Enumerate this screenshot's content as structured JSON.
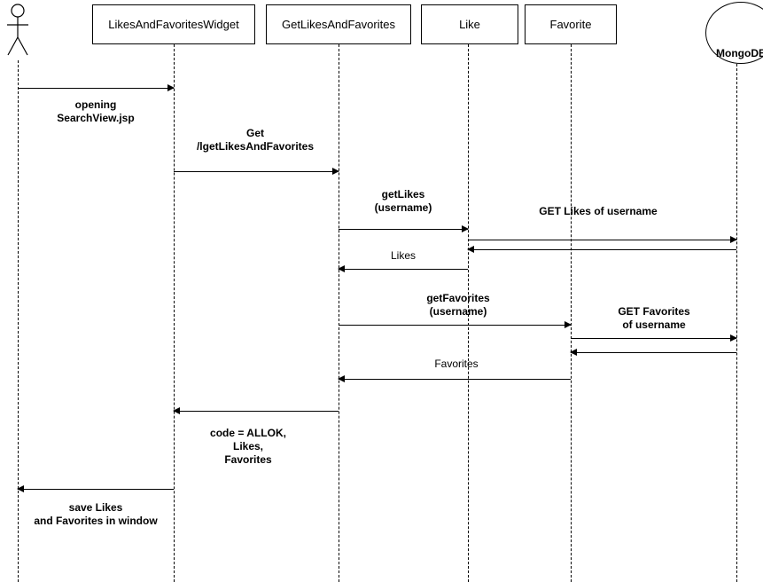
{
  "participants": {
    "actor": {
      "name": ""
    },
    "widget": {
      "name": "LikesAndFavoritesWidget"
    },
    "get_likes_and_favorites": {
      "name": "GetLikesAndFavorites"
    },
    "like": {
      "name": "Like"
    },
    "favorite": {
      "name": "Favorite"
    },
    "mongodb": {
      "name": "MongoDB"
    }
  },
  "messages": {
    "m1": {
      "line1": "opening",
      "line2": "SearchView.jsp"
    },
    "m2": {
      "line1": "Get",
      "line2": "/lgetLikesAndFavorites"
    },
    "m3": {
      "line1": "getLikes",
      "line2": "(username)"
    },
    "m4": {
      "text": "GET Likes of username"
    },
    "m5": {
      "text": "Likes"
    },
    "m6": {
      "line1": "getFavorites",
      "line2": "(username)"
    },
    "m7": {
      "line1": "GET Favorites",
      "line2": "of username"
    },
    "m8": {
      "text": "Favorites"
    },
    "m9": {
      "line1": "code = ALLOK,",
      "line2": "Likes,",
      "line3": "Favorites"
    },
    "m10": {
      "line1": "save Likes",
      "line2": "and Favorites in window"
    }
  },
  "icons": {
    "actor": "stick-figure-icon",
    "database": "mongodb-circle-icon"
  },
  "colors": {
    "line": "#000000",
    "background": "#ffffff"
  }
}
